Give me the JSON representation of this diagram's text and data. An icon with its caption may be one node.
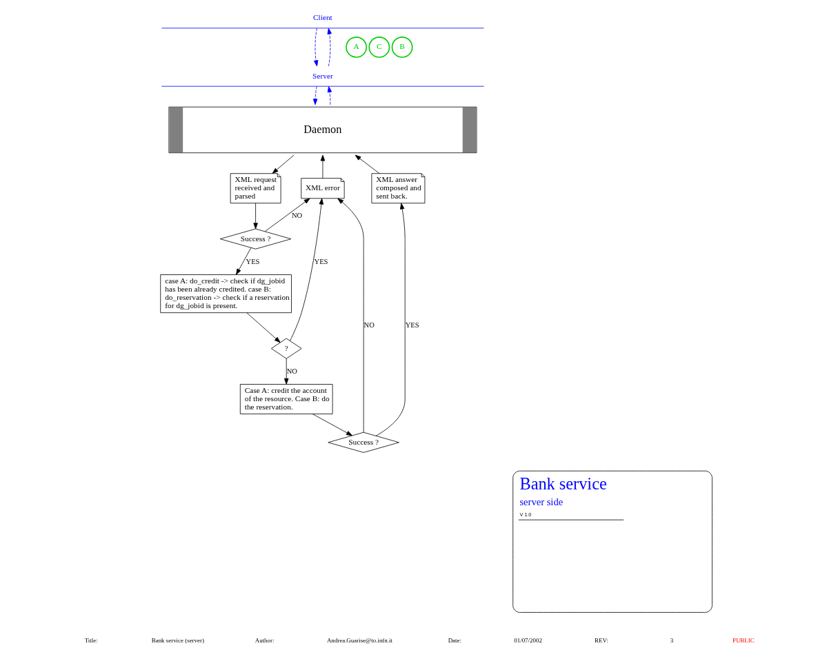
{
  "diagram": {
    "nodes": [
      {
        "text": [
          "Client"
        ]
      },
      {
        "text": [
          "Server"
        ]
      },
      {
        "text": [
          "Daemon"
        ]
      },
      {
        "text": [
          "A"
        ]
      },
      {
        "text": [
          "C"
        ]
      },
      {
        "text": [
          "B"
        ]
      },
      {
        "text": [
          "XML request received and parsed"
        ]
      },
      {
        "text": [
          "XML error"
        ]
      },
      {
        "text": [
          "XML answer composed and sent back."
        ]
      },
      {
        "text": [
          "Success ?"
        ]
      },
      {
        "text": [
          "case A: do_credit -> check if dg_jobid has been already credited. case B: do_reservation -> check if a reservation for dg_jobid is present."
        ]
      },
      {
        "text": [
          "?"
        ]
      },
      {
        "text": [
          "Case A: credit the account of the resource. Case B: do the reservation."
        ]
      },
      {
        "text": [
          "Success ?"
        ]
      },
      {
        "text": [
          "Bank service",
          "server side",
          "V 1.0"
        ]
      }
    ],
    "edges": [
      {
        "from": 0,
        "to": 1,
        "arrow": "to",
        "style": "dashed",
        "color": "#0000ff"
      },
      {
        "from": 1,
        "to": 0,
        "arrow": "to",
        "style": "dashed",
        "color": "#0000ff"
      },
      {
        "from": 1,
        "to": 2,
        "arrow": "to",
        "style": "dashed",
        "color": "#0000ff"
      },
      {
        "from": 2,
        "to": 1,
        "arrow": "to",
        "style": "dashed",
        "color": "#0000ff"
      },
      {
        "from": 2,
        "to": 6,
        "arrow": "to"
      },
      {
        "from": 6,
        "to": 9,
        "arrow": "to"
      },
      {
        "from": 9,
        "to": 7,
        "arrow": "to",
        "label": "NO"
      },
      {
        "from": 9,
        "to": 10,
        "arrow": "to",
        "label": "YES"
      },
      {
        "from": 10,
        "to": 11,
        "arrow": "to"
      },
      {
        "from": 11,
        "to": 7,
        "arrow": "to",
        "label": "YES"
      },
      {
        "from": 11,
        "to": 12,
        "arrow": "to",
        "label": "NO"
      },
      {
        "from": 12,
        "to": 13,
        "arrow": "to"
      },
      {
        "from": 13,
        "to": 7,
        "arrow": "to",
        "label": "NO"
      },
      {
        "from": 13,
        "to": 8,
        "arrow": "to",
        "label": "YES"
      },
      {
        "from": 7,
        "to": 2,
        "arrow": "to"
      },
      {
        "from": 8,
        "to": 2,
        "arrow": "to"
      }
    ],
    "labels": [
      "Title:",
      "Bank service (server)",
      "Author:",
      "Andrea.Guarise@to.infn.it",
      "Date:",
      "01/07/2002",
      "REV:",
      "3",
      "PUBLIC"
    ]
  }
}
